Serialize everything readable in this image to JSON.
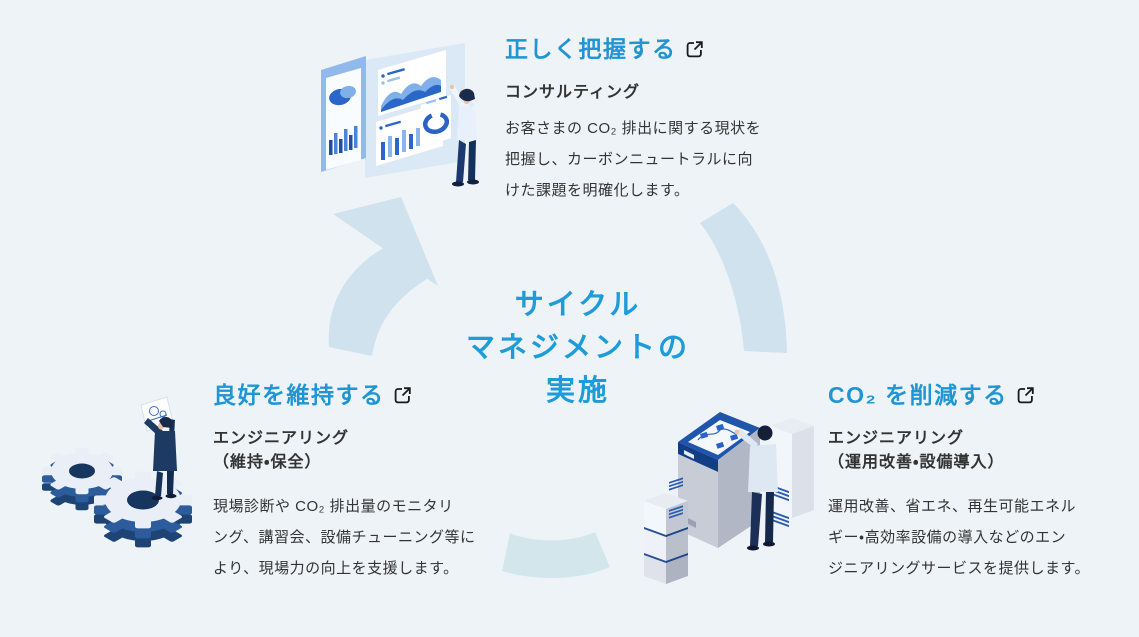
{
  "app": {
    "background": "#eef3f7",
    "title_color": "#2095d3",
    "center_text_color": "#1e9cd9",
    "body_text_color": "#333333",
    "arc_color": "#cfe2ee",
    "arc_bottom_color": "#d2e6ec"
  },
  "icons": {
    "external_link": "external-link-icon"
  },
  "center": {
    "line1": "サイクル",
    "line2": "マネジメントの",
    "line3": "実施"
  },
  "sections": {
    "grasp": {
      "title": "正しく把握する",
      "category": "コンサルティング",
      "body_line1": "お客さまの CO₂ 排出に関する現状を",
      "body_line2": "把握し、カーボンニュートラルに向",
      "body_line3": "けた課題を明確化します。",
      "illustration": "consulting-dashboard"
    },
    "reduce": {
      "title": "CO₂ を削減する",
      "category": "エンジニアリング",
      "category_note": "（運用改善・設備導入）",
      "body_line1": "運用改善、省エネ、再生可能エネル",
      "body_line2": "ギー・高効率設備の導入などのエン",
      "body_line3": "ジニアリングサービスを提供します。",
      "illustration": "equipment-operation"
    },
    "maintain": {
      "title": "良好を維持する",
      "category": "エンジニアリング",
      "category_note": "（維持・保全）",
      "body_line1": "現場診断や CO₂ 排出量のモニタリ",
      "body_line2": "ング、講習会、設備チューニング等に",
      "body_line3": "より、現場力の向上を支援します。",
      "illustration": "maintenance-gears"
    }
  }
}
